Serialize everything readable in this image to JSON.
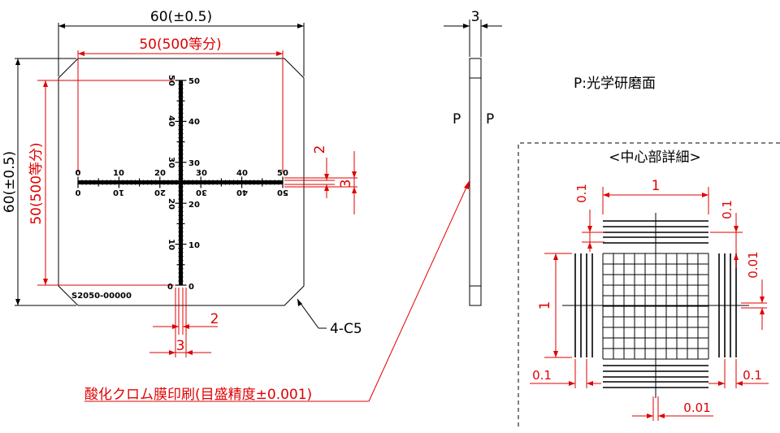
{
  "front_view": {
    "overall_width_label": "60(±0.5)",
    "overall_height_label": "60(±0.5)",
    "scale_span_label_h": "50(500等分)",
    "scale_span_label_v": "50(500等分)",
    "part_number": "S2050-00000",
    "chamfer_label": "4-C5",
    "line_width_label_h": "2",
    "line_width_label_v": "2",
    "bar_width_label_h": "3",
    "bar_width_label_v": "3",
    "h_scale_ticks": [
      "0",
      "10",
      "20",
      "30",
      "40",
      "50"
    ],
    "v_scale_ticks": [
      "50",
      "40",
      "30",
      "20",
      "10",
      "0"
    ],
    "v_scale_side_ticks": [
      "50",
      "40",
      "30",
      "20",
      "10"
    ],
    "h_scale_bottom_ticks": [
      "0",
      "10",
      "20",
      "30",
      "40",
      "50"
    ],
    "origin_bottom": "0"
  },
  "side_view": {
    "thickness_label": "3",
    "face_label_left": "P",
    "face_label_right": "P"
  },
  "note": {
    "polished_face": "P:光学研磨面",
    "print_spec": "酸化クロム膜印刷(目盛精度±0.001)"
  },
  "detail": {
    "title": "<中心部詳細>",
    "span_top_label": "1",
    "span_left_label": "1",
    "gap_top_label": "0.1",
    "gap_right_label": "0.1",
    "pitch_right_label": "0.01",
    "gap_bottom_left_label": "0.1",
    "gap_bottom_right_label": "0.1",
    "pitch_bottom_label": "0.01"
  },
  "colors": {
    "dimension": "#e00000",
    "outline": "#000000",
    "background": "#ffffff"
  }
}
